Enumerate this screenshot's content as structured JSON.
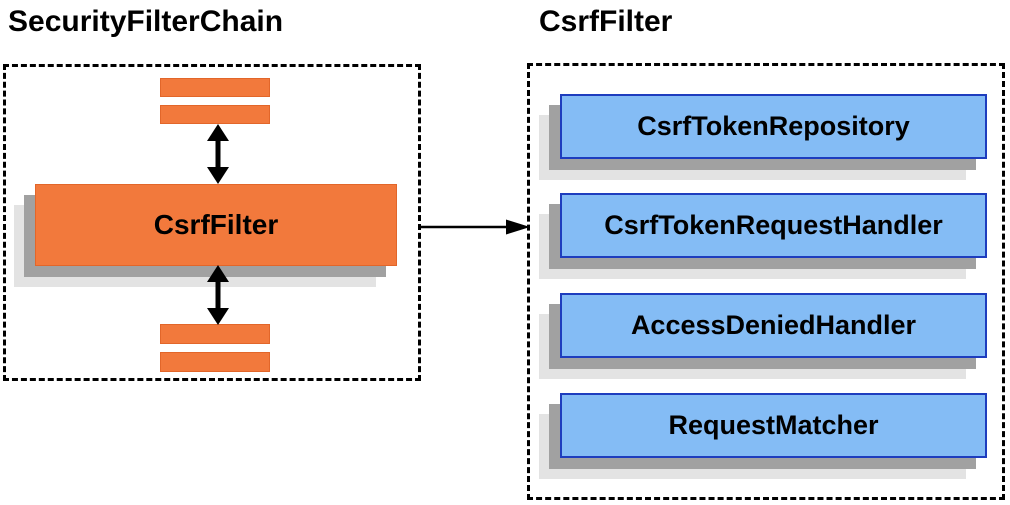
{
  "left_panel": {
    "title": "SecurityFilterChain",
    "filter_label": "CsrfFilter"
  },
  "right_panel": {
    "title": "CsrfFilter",
    "components": [
      {
        "label": "CsrfTokenRepository"
      },
      {
        "label": "CsrfTokenRequestHandler"
      },
      {
        "label": "AccessDeniedHandler"
      },
      {
        "label": "RequestMatcher"
      }
    ]
  },
  "colors": {
    "orange_fill": "#F2793C",
    "orange_border": "#E2662A",
    "blue_fill": "#84BCF5",
    "blue_border": "#1E3DBE",
    "shadow_dark": "#A1A1A1",
    "shadow_light": "#E3E3E3",
    "line": "#000000"
  }
}
